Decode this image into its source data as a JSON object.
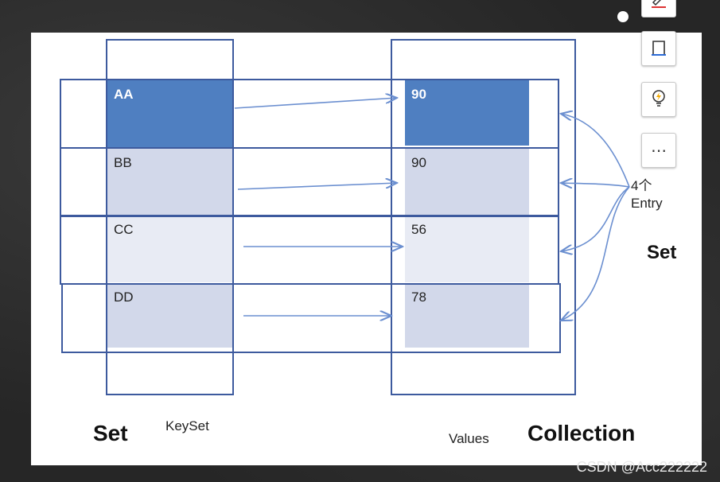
{
  "diagram": {
    "keys": [
      "AA",
      "BB",
      "CC",
      "DD"
    ],
    "values": [
      "90",
      "90",
      "56",
      "78"
    ],
    "entry_label_line1": "4个",
    "entry_label_line2": "Entry",
    "set_right_label": "Set",
    "set_bottom_label": "Set",
    "keyset_label": "KeySet",
    "values_label": "Values",
    "collection_label": "Collection",
    "colors": {
      "outline": "#3d5a9e",
      "highlight_fill": "#4f7fc1",
      "row2_fill": "#d2d8ea",
      "row3_fill": "#e8ebf4",
      "row4_fill": "#d2d8ea",
      "arrow": "#6b8fd0"
    }
  },
  "toolbar": {
    "buttons": [
      "pen-icon",
      "layout-icon",
      "lightbulb-icon",
      "more-icon"
    ],
    "more_label": "⋯"
  },
  "watermark": "CSDN @Acc222222"
}
